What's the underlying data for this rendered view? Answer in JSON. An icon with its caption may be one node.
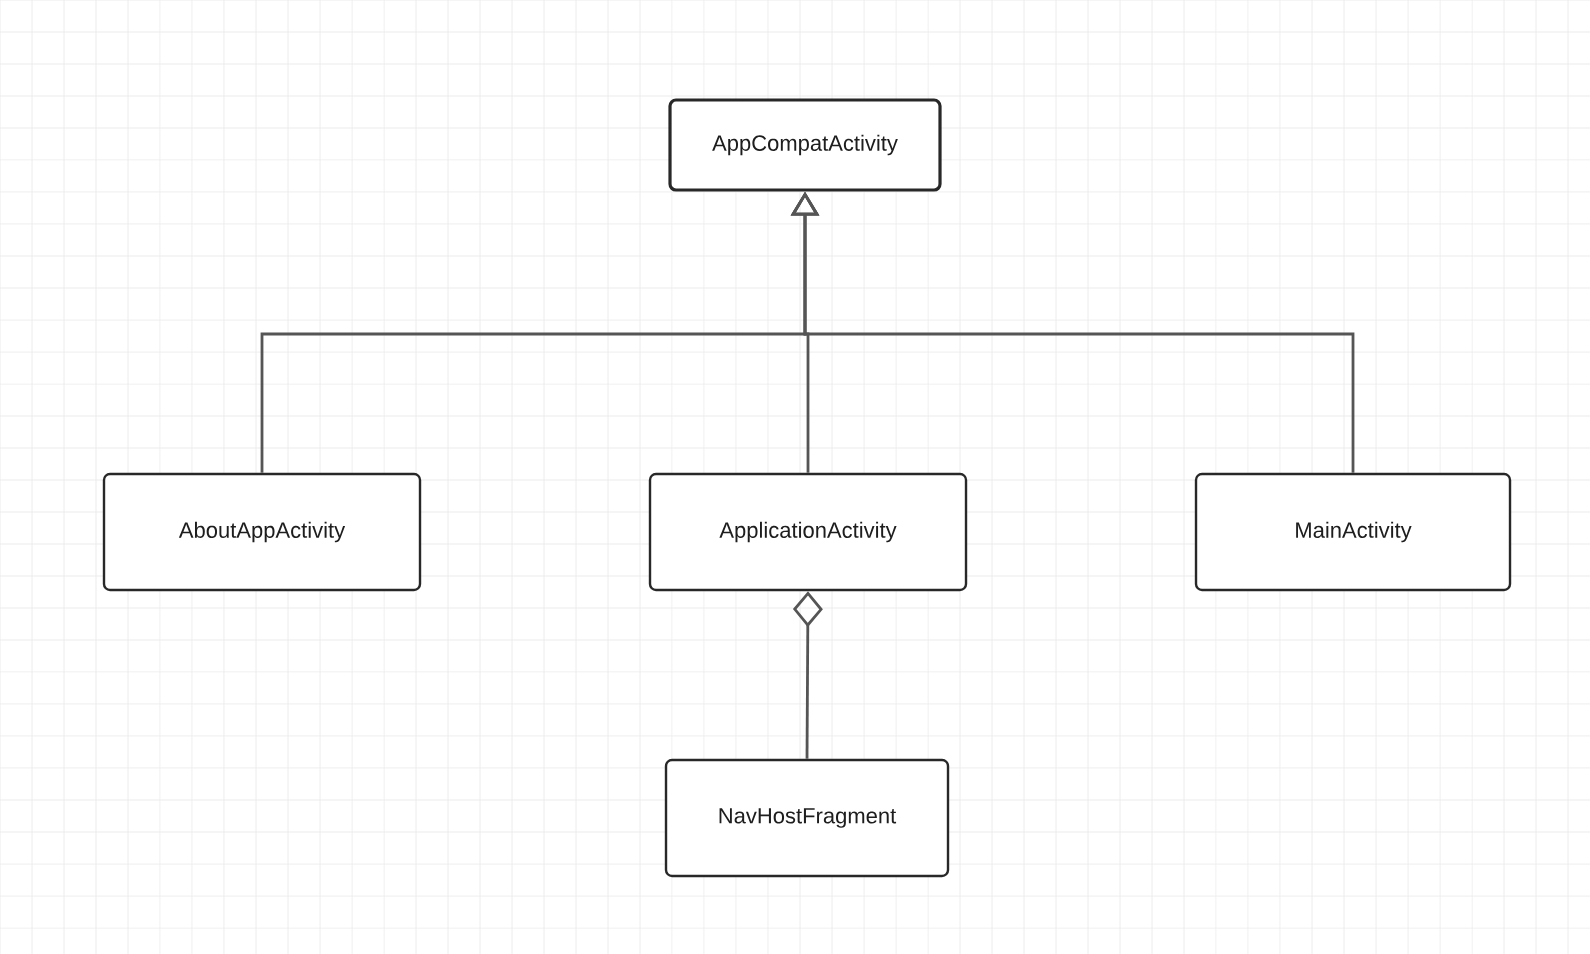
{
  "diagram": {
    "nodes": [
      {
        "text": [
          "AppCompatActivity"
        ]
      },
      {
        "text": [
          "AboutAppActivity"
        ]
      },
      {
        "text": [
          "ApplicationActivity"
        ]
      },
      {
        "text": [
          "MainActivity"
        ]
      },
      {
        "text": [
          "NavHostFragment"
        ]
      }
    ],
    "edges": [
      {
        "from": 1,
        "to": 0,
        "arrow": "to"
      },
      {
        "from": 2,
        "to": 0,
        "arrow": "to"
      },
      {
        "from": 3,
        "to": 0,
        "arrow": "to"
      },
      {
        "from": 4,
        "to": 2,
        "arrow": "other"
      }
    ]
  }
}
